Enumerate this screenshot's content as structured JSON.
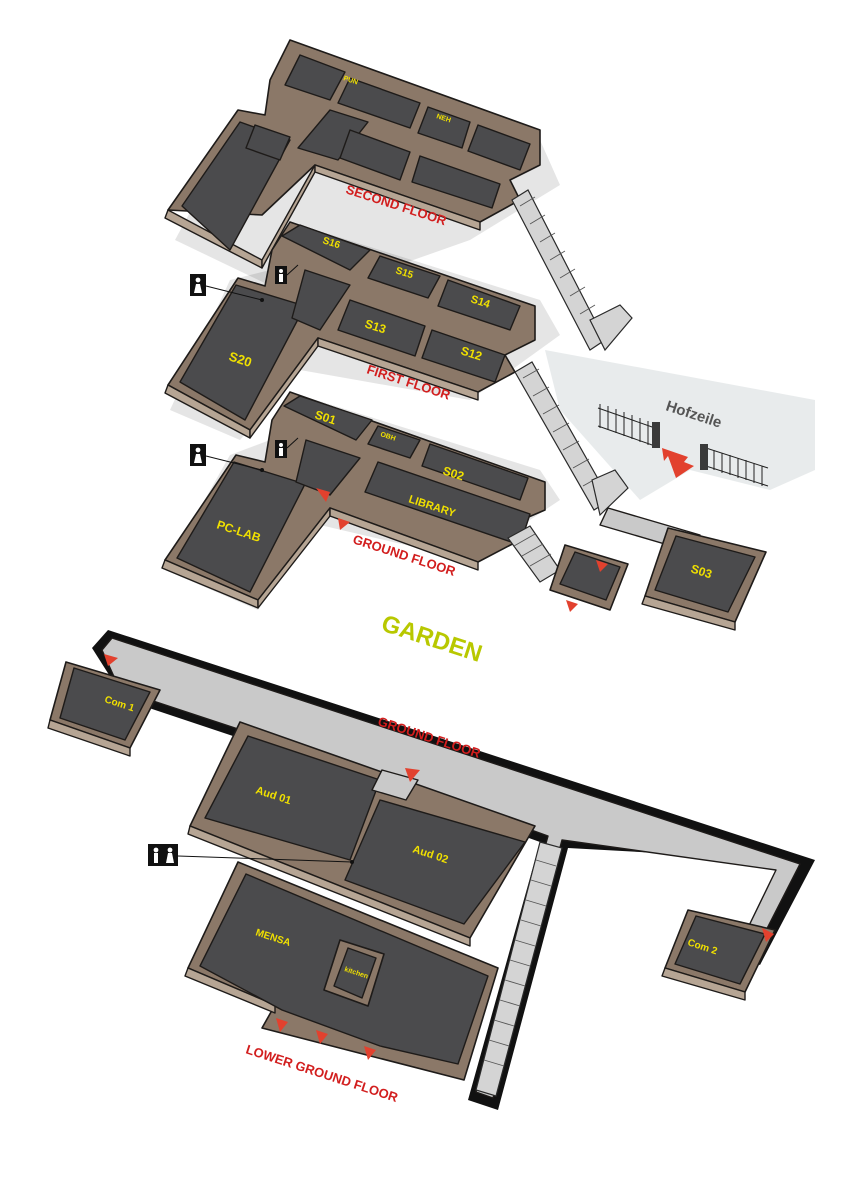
{
  "map": {
    "levels": {
      "second_floor": "SECOND FLOOR",
      "first_floor": "FIRST FLOOR",
      "ground_floor_upper": "GROUND FLOOR",
      "ground_floor_lower": "GROUND FLOOR",
      "lower_ground_floor": "LOWER GROUND  FLOOR"
    },
    "garden": "GARDEN",
    "street": "Hofzeile",
    "rooms": {
      "pun": "PUN",
      "neh": "NEH",
      "s16": "S16",
      "s15": "S15",
      "s14": "S14",
      "s13": "S13",
      "s12": "S12",
      "s20": "S20",
      "s01": "S01",
      "obh": "OBH",
      "s02": "S02",
      "library": "LIBRARY",
      "pc_lab": "PC-LAB",
      "s03": "S03",
      "com1": "Com 1",
      "com2": "Com 2",
      "aud01": "Aud 01",
      "aud02": "Aud 02",
      "mensa": "MENSA",
      "kitchen": "kitchen"
    },
    "icons": [
      "restroom-icon",
      "restroom-icon",
      "restroom-icon",
      "restroom-icon",
      "restroom-icon"
    ],
    "colors": {
      "floor": "#4b4b4d",
      "wall": "#8b7868",
      "room_label": "#f0e000",
      "floor_label": "#d21e1e",
      "garden_label": "#b8c800",
      "arrow": "#e2412e",
      "corridor": "#c9c9c9"
    }
  }
}
